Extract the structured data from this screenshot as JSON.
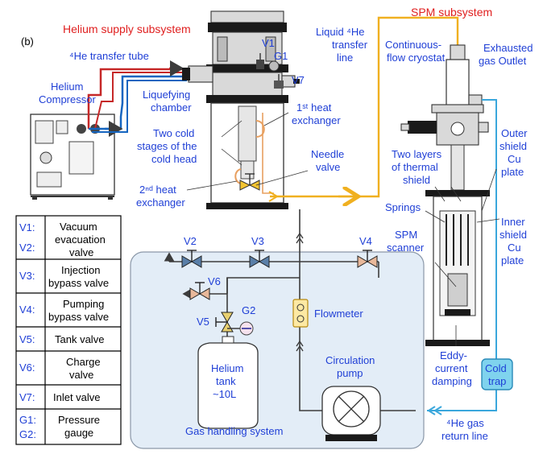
{
  "panel_label": "(b)",
  "colors": {
    "label_blue": "#1f3fd6",
    "title_red": "#e02020",
    "liquid_line": "#f0b020",
    "return_line": "#3aa7dc",
    "hot_line": "#c62828",
    "cold_line": "#1565c0",
    "gas_panel": "#e3edf7",
    "cold_trap": "#7fd3ee"
  },
  "titles": {
    "helium_supply": "Helium supply subsystem",
    "spm": "SPM subsystem"
  },
  "labels": {
    "he_transfer_tube": "⁴He transfer tube",
    "helium_compressor": [
      "Helium",
      "Compressor"
    ],
    "liquefying_chamber": [
      "Liquefying",
      "chamber"
    ],
    "two_cold_stages": [
      "Two cold",
      "stages of the",
      "cold head"
    ],
    "second_heat_exchanger": [
      "2ⁿᵈ heat",
      "exchanger"
    ],
    "first_heat_exchanger": [
      "1ˢᵗ heat",
      "exchanger"
    ],
    "needle_valve": [
      "Needle",
      "valve"
    ],
    "liquid_he_transfer_line": [
      "Liquid ⁴He",
      "transfer",
      "line"
    ],
    "continuous_flow_cryostat": [
      "Continuous-",
      "flow cryostat"
    ],
    "exhausted_gas_outlet": [
      "Exhausted",
      "gas Outlet"
    ],
    "two_layers_thermal_shield": [
      "Two layers",
      "of thermal",
      "shield"
    ],
    "outer_shield": [
      "Outer",
      "shield",
      "Cu",
      "plate"
    ],
    "springs": "Springs",
    "spm_scanner": [
      "SPM",
      "scanner"
    ],
    "inner_shield": [
      "Inner",
      "shield",
      "Cu",
      "plate"
    ],
    "eddy_current_damping": [
      "Eddy-",
      "current",
      "damping"
    ],
    "cold_trap": [
      "Cold",
      "trap"
    ],
    "he_gas_return_line": [
      "⁴He gas",
      "return line"
    ],
    "flowmeter": "Flowmeter",
    "circulation_pump": [
      "Circulation",
      "pump"
    ],
    "helium_tank": [
      "Helium",
      "tank",
      "~10L"
    ],
    "gas_handling_system": "Gas handling system",
    "v1": "V1",
    "g1": "G1",
    "v7": "V7",
    "v2": "V2",
    "v3": "V3",
    "v4": "V4",
    "v5": "V5",
    "v6": "V6",
    "g2": "G2"
  },
  "legend": [
    {
      "keys": [
        "V1:",
        "V2:"
      ],
      "desc": [
        "Vacuum",
        "evacuation",
        "valve"
      ]
    },
    {
      "keys": [
        "V3:"
      ],
      "desc": [
        "Injection",
        "bypass valve"
      ]
    },
    {
      "keys": [
        "V4:"
      ],
      "desc": [
        "Pumping",
        "bypass valve"
      ]
    },
    {
      "keys": [
        "V5:"
      ],
      "desc": [
        "Tank valve"
      ]
    },
    {
      "keys": [
        "V6:"
      ],
      "desc": [
        "Charge",
        "valve"
      ]
    },
    {
      "keys": [
        "V7:"
      ],
      "desc": [
        "Inlet valve"
      ]
    },
    {
      "keys": [
        "G1:",
        "G2:"
      ],
      "desc": [
        "Pressure",
        "gauge"
      ]
    }
  ]
}
